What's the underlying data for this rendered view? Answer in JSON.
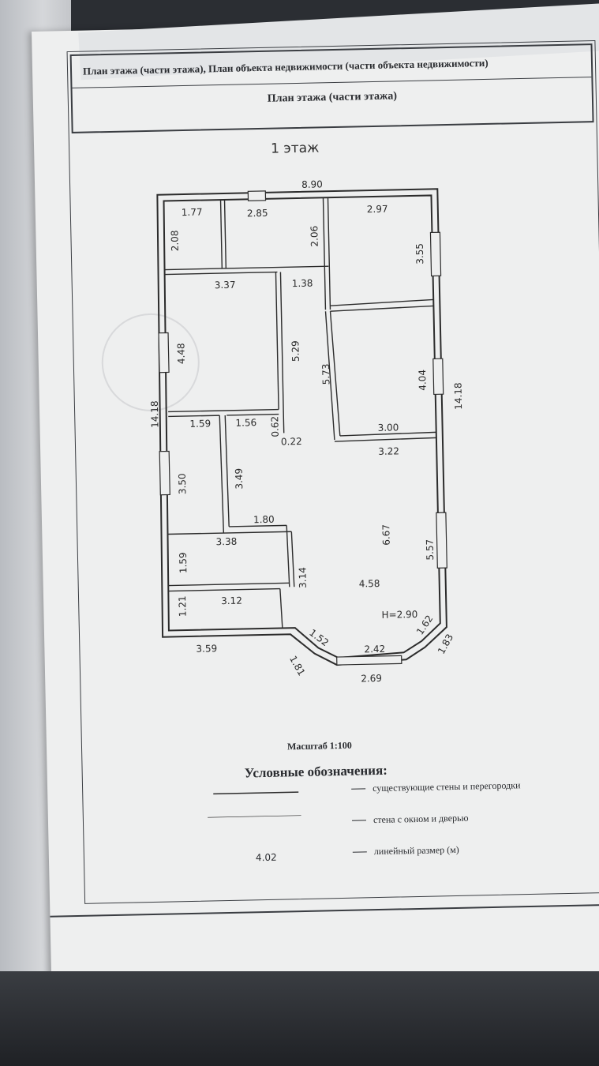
{
  "header": {
    "title": "План этажа (части этажа), План объекта недвижимости (части объекта недвижимости)",
    "subtitle": "План этажа (части этажа)"
  },
  "plan": {
    "floor_label": "1 этаж",
    "height_label": "H=2.90",
    "dimensions": {
      "top_total": "8.90",
      "left_total": "14.18",
      "right_total": "14.18",
      "r_177": "1.77",
      "r_208": "2.08",
      "r_285": "2.85",
      "r_206": "2.06",
      "r_297": "2.97",
      "r_355": "3.55",
      "r_337": "3.37",
      "r_448": "4.48",
      "r_138": "1.38",
      "r_529": "5.29",
      "r_573": "5.73",
      "r_404": "4.04",
      "r_300": "3.00",
      "r_322": "3.22",
      "r_159a": "1.59",
      "r_156": "1.56",
      "r_062": "0.62",
      "r_022": "0.22",
      "r_350": "3.50",
      "r_349": "3.49",
      "r_180": "1.80",
      "r_667": "6.67",
      "r_557": "5.57",
      "r_159b": "1.59",
      "r_338": "3.38",
      "r_314": "3.14",
      "r_458": "4.58",
      "r_121": "1.21",
      "r_312": "3.12",
      "r_359": "3.59",
      "r_152": "1.52",
      "r_181": "1.81",
      "r_242": "2.42",
      "r_162": "1.62",
      "r_183": "1.83",
      "r_269": "2.69"
    }
  },
  "scale": "Масштаб 1:100",
  "legend": {
    "title": "Условные обозначения:",
    "walls": "существующие стены и перегородки",
    "window_door": "стена с окном и дверью",
    "linear": "линейный размер (м)",
    "sample_value": "4.02"
  }
}
